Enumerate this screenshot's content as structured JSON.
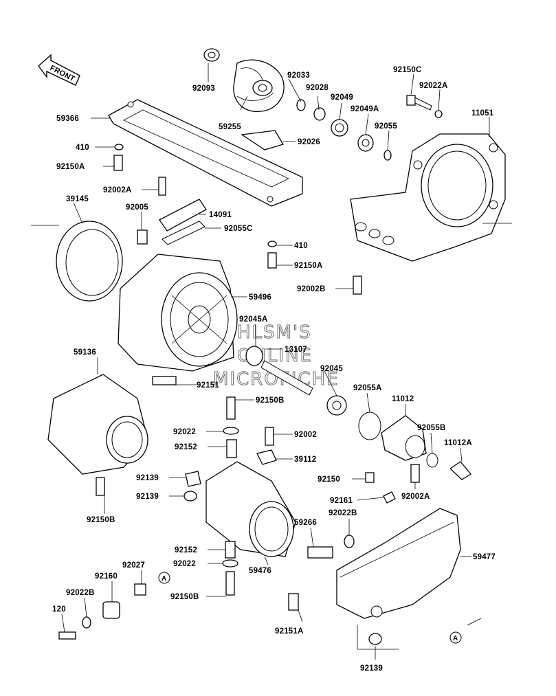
{
  "front_label": "FRONT",
  "watermark": [
    "HLSM'S",
    "ONLINE",
    "MICROFICHE"
  ],
  "callout_letter": "A",
  "labels": {
    "p92093": "92093",
    "p92033": "92033",
    "p92028": "92028",
    "p92049": "92049",
    "p92049A": "92049A",
    "p92055": "92055",
    "p92150C": "92150C",
    "p92022A": "92022A",
    "p11051": "11051",
    "p59366": "59366",
    "p59255": "59255",
    "p92026": "92026",
    "p410a": "410",
    "p92150Aa": "92150A",
    "p92002A": "92002A",
    "p39145": "39145",
    "p92005": "92005",
    "p14091": "14091",
    "p92055C": "92055C",
    "p410b": "410",
    "p92150Ab": "92150A",
    "p92002B": "92002B",
    "p59496": "59496",
    "p92045A": "92045A",
    "p13107": "13107",
    "p92045": "92045",
    "p59136": "59136",
    "p92151": "92151",
    "p92150Ba": "92150B",
    "p92055A": "92055A",
    "p11012": "11012",
    "p92022a": "92022",
    "p92002": "92002",
    "p92055B": "92055B",
    "p92152a": "92152",
    "p39112": "39112",
    "p11012A": "11012A",
    "p92139a": "92139",
    "p92150": "92150",
    "p92139b": "92139",
    "p92002Ab": "92002A",
    "p92150Bb": "92150B",
    "p92161": "92161",
    "p92022B": "92022B",
    "p59266": "59266",
    "p92152b": "92152",
    "p59477": "59477",
    "p92022b": "92022",
    "p59476": "59476",
    "p92027": "92027",
    "p92160": "92160",
    "p92022Bb": "92022B",
    "p92150Bc": "92150B",
    "p120": "120",
    "p92151A": "92151A",
    "p92139c": "92139"
  }
}
